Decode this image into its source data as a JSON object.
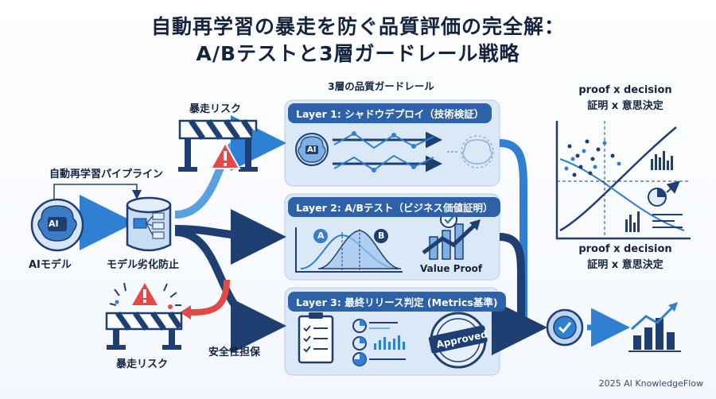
{
  "title": {
    "line1": "自動再学習の暴走を防ぐ品質評価の完全解：",
    "line2": "A/Bテストと3層ガードレール戦略"
  },
  "section_label": "3層の品質ガードレール",
  "left": {
    "risk_top": "暴走リスク",
    "pipeline_label": "自動再学習パイプライン",
    "ai_model": "AIモデル",
    "ai_chip": "AI",
    "degradation": "モデル劣化防止",
    "risk_bottom": "暴走リスク",
    "safety": "安全性担保"
  },
  "layers": [
    {
      "header": "Layer 1: シャドウデプロイ（技術検証）",
      "chip": "AI"
    },
    {
      "header": "Layer 2: A/Bテスト（ビジネス価値証明）",
      "a": "A",
      "b": "B",
      "value_caption": "Value Proof"
    },
    {
      "header": "Layer 3: 最終リリース判定 (Metrics基準)",
      "stamp": "Approved"
    }
  ],
  "right": {
    "top_caption_en": "proof x decision",
    "top_caption_jp": "証明 x 意思決定",
    "bottom_caption_en": "proof x decision",
    "bottom_caption_jp": "証明 x 意思決定"
  },
  "footer": "2025 AI KnowledgeFlow"
}
